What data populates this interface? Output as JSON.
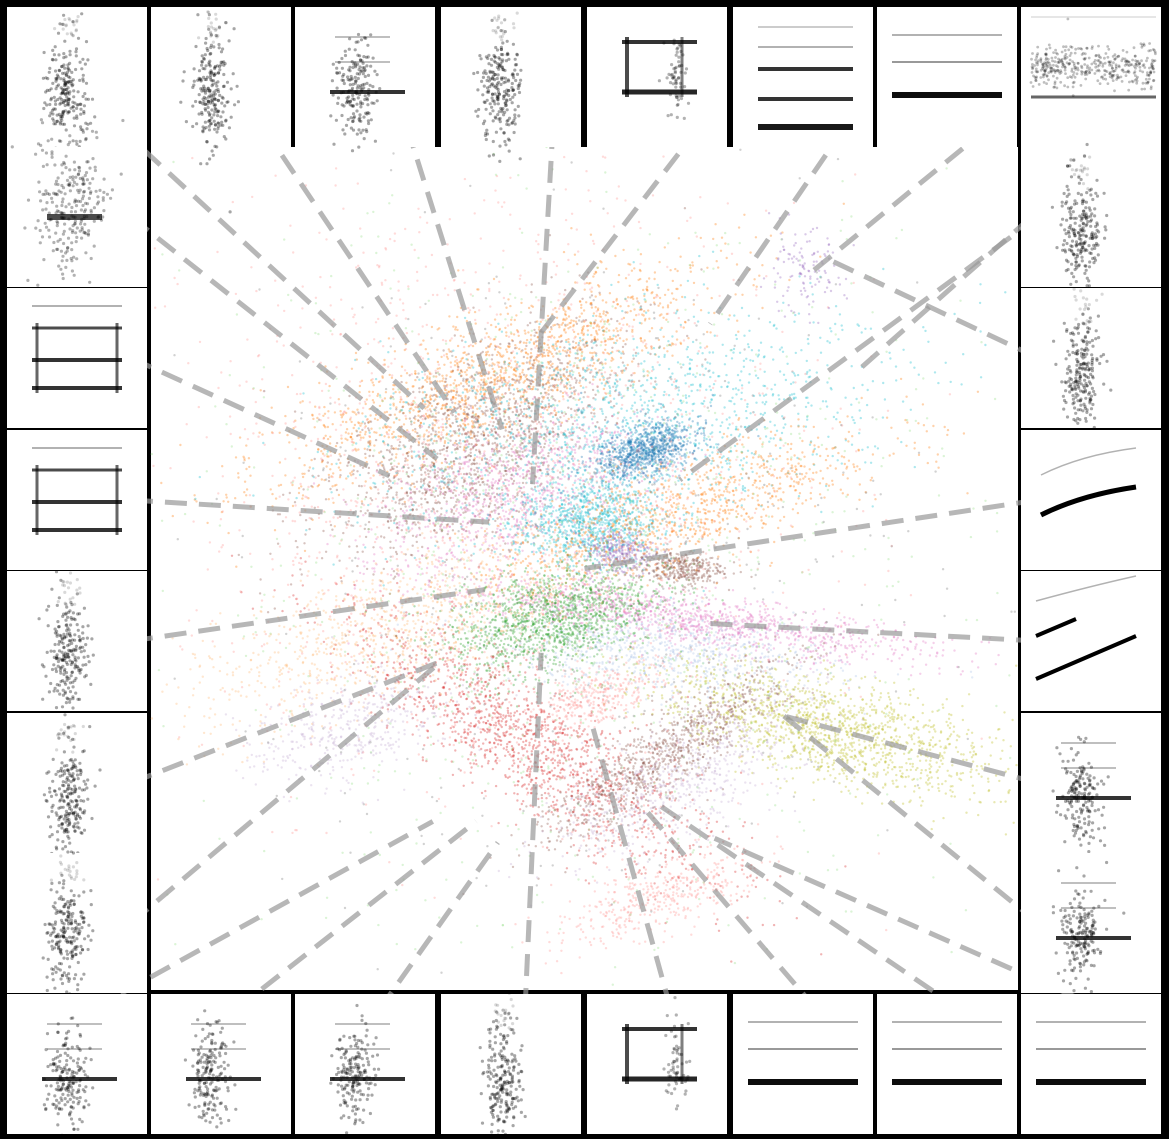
{
  "chart_data": {
    "type": "scatter",
    "description_free": true,
    "grid": false,
    "legend": "none",
    "title": "",
    "xlabel": "",
    "ylabel": "",
    "xlim": [
      -1,
      1
    ],
    "ylim": [
      -1,
      1
    ],
    "clusters": [
      {
        "color": "#ff7f0e",
        "center": [
          -0.22,
          0.45
        ],
        "spread": [
          0.07,
          0.28
        ],
        "angle": -65,
        "count": 1500
      },
      {
        "color": "#8c564b",
        "center": [
          -0.25,
          0.3
        ],
        "spread": [
          0.09,
          0.2
        ],
        "angle": -55,
        "count": 1400
      },
      {
        "color": "#e377c2",
        "center": [
          -0.16,
          0.18
        ],
        "spread": [
          0.08,
          0.16
        ],
        "angle": -70,
        "count": 900
      },
      {
        "color": "#17becf",
        "center": [
          0.1,
          0.35
        ],
        "spread": [
          0.12,
          0.3
        ],
        "angle": -80,
        "count": 1300
      },
      {
        "color": "#1f77b4",
        "center": [
          0.14,
          0.28
        ],
        "spread": [
          0.03,
          0.06
        ],
        "angle": -70,
        "count": 900
      },
      {
        "color": "#17becf",
        "center": [
          0.01,
          0.11
        ],
        "spread": [
          0.08,
          0.05
        ],
        "angle": 0,
        "count": 900
      },
      {
        "color": "#9467bd",
        "center": [
          0.08,
          0.04
        ],
        "spread": [
          0.04,
          0.03
        ],
        "angle": 0,
        "count": 300
      },
      {
        "color": "#8c564b",
        "center": [
          0.22,
          0.0
        ],
        "spread": [
          0.05,
          0.02
        ],
        "angle": 0,
        "count": 350
      },
      {
        "color": "#ff7f0e",
        "center": [
          0.22,
          0.13
        ],
        "spread": [
          0.25,
          0.06
        ],
        "angle": 20,
        "count": 1000
      },
      {
        "color": "#e377c2",
        "center": [
          0.24,
          -0.12
        ],
        "spread": [
          0.28,
          0.03
        ],
        "angle": -8,
        "count": 1200
      },
      {
        "color": "#aec7e8",
        "center": [
          0.18,
          -0.2
        ],
        "spread": [
          0.2,
          0.05
        ],
        "angle": -5,
        "count": 800
      },
      {
        "color": "#bcbd22",
        "center": [
          0.56,
          -0.38
        ],
        "spread": [
          0.2,
          0.06
        ],
        "angle": -15,
        "count": 1400
      },
      {
        "color": "#2ca02c",
        "center": [
          -0.08,
          -0.12
        ],
        "spread": [
          0.12,
          0.06
        ],
        "angle": 15,
        "count": 1300
      },
      {
        "color": "#d62728",
        "center": [
          -0.12,
          -0.42
        ],
        "spread": [
          0.07,
          0.25
        ],
        "angle": 55,
        "count": 1500
      },
      {
        "color": "#8c564b",
        "center": [
          0.19,
          -0.44
        ],
        "spread": [
          0.04,
          0.17
        ],
        "angle": -55,
        "count": 900
      },
      {
        "color": "#c5b0d5",
        "center": [
          0.22,
          -0.5
        ],
        "spread": [
          0.06,
          0.16
        ],
        "angle": -60,
        "count": 600
      },
      {
        "color": "#ff9896",
        "center": [
          0.17,
          -0.78
        ],
        "spread": [
          0.04,
          0.12
        ],
        "angle": -70,
        "count": 400
      },
      {
        "color": "#ff9896",
        "center": [
          0.04,
          -0.3
        ],
        "spread": [
          0.03,
          0.07
        ],
        "angle": -70,
        "count": 300
      },
      {
        "color": "#ffbb78",
        "center": [
          -0.45,
          -0.15
        ],
        "spread": [
          0.25,
          0.08
        ],
        "angle": 20,
        "count": 900
      },
      {
        "color": "#c5b0d5",
        "center": [
          -0.55,
          -0.38
        ],
        "spread": [
          0.12,
          0.06
        ],
        "angle": 20,
        "count": 400
      },
      {
        "color": "#ff9896",
        "center": [
          -0.2,
          0.2
        ],
        "spread": [
          0.35,
          0.35
        ],
        "angle": 0,
        "count": 1500
      },
      {
        "color": "#9467bd",
        "center": [
          0.5,
          0.7
        ],
        "spread": [
          0.05,
          0.05
        ],
        "angle": 0,
        "count": 120
      },
      {
        "color": "#98df8a",
        "center": [
          0.0,
          0.0
        ],
        "spread": [
          0.45,
          0.45
        ],
        "angle": 0,
        "count": 900
      },
      {
        "color": "#7f7f7f",
        "center": [
          0.0,
          0.0
        ],
        "spread": [
          0.4,
          0.4
        ],
        "angle": 0,
        "count": 500
      }
    ],
    "connector_lines": [
      {
        "tile": "top-0",
        "anchor": [
          -0.37,
          0.38
        ]
      },
      {
        "tile": "top-1",
        "anchor": [
          -0.3,
          0.37
        ]
      },
      {
        "tile": "top-2",
        "anchor": [
          -0.19,
          0.33
        ]
      },
      {
        "tile": "top-3",
        "anchor": [
          -0.12,
          0.2
        ]
      },
      {
        "tile": "top-4",
        "anchor": [
          -0.1,
          0.56
        ]
      },
      {
        "tile": "top-5",
        "anchor": [
          0.29,
          0.58
        ]
      },
      {
        "tile": "top-6",
        "anchor": [
          0.52,
          0.7
        ]
      },
      {
        "tile": "top-7",
        "anchor": [
          0.62,
          0.46
        ]
      },
      {
        "tile": "right-0",
        "anchor": [
          0.22,
          0.21
        ]
      },
      {
        "tile": "right-1",
        "anchor": [
          0.57,
          0.73
        ]
      },
      {
        "tile": "right-2",
        "anchor": [
          0.0,
          0.0
        ]
      },
      {
        "tile": "right-3",
        "anchor": [
          0.28,
          -0.13
        ]
      },
      {
        "tile": "right-4",
        "anchor": [
          0.46,
          -0.35
        ]
      },
      {
        "tile": "right-5",
        "anchor": [
          0.46,
          -0.35
        ]
      },
      {
        "tile": "left-0",
        "anchor": [
          -0.34,
          0.26
        ]
      },
      {
        "tile": "left-1",
        "anchor": [
          -0.45,
          0.22
        ]
      },
      {
        "tile": "left-2",
        "anchor": [
          -0.22,
          0.11
        ]
      },
      {
        "tile": "left-3",
        "anchor": [
          -0.23,
          -0.05
        ]
      },
      {
        "tile": "left-4",
        "anchor": [
          -0.33,
          -0.22
        ]
      },
      {
        "tile": "left-5",
        "anchor": [
          -0.33,
          -0.22
        ]
      },
      {
        "tile": "bottom-0",
        "anchor": [
          -0.35,
          -0.6
        ]
      },
      {
        "tile": "bottom-1",
        "anchor": [
          -0.25,
          -0.6
        ]
      },
      {
        "tile": "bottom-2",
        "anchor": [
          -0.2,
          -0.65
        ]
      },
      {
        "tile": "bottom-3",
        "anchor": [
          -0.1,
          -0.2
        ]
      },
      {
        "tile": "bottom-4",
        "anchor": [
          0.02,
          -0.38
        ]
      },
      {
        "tile": "bottom-5",
        "anchor": [
          0.13,
          -0.56
        ]
      },
      {
        "tile": "bottom-6",
        "anchor": [
          0.17,
          -0.56
        ]
      },
      {
        "tile": "bottom-7",
        "anchor": [
          0.3,
          -0.64
        ]
      }
    ],
    "thumbnail_styles": [
      "blob",
      "blob",
      "blob-lines",
      "blob",
      "lines-block",
      "stripes",
      "stripes-clean",
      "band",
      "grid-dense",
      "box-lines",
      "box-lines",
      "blob",
      "blob",
      "blob",
      "blob",
      "blob",
      "curve",
      "curve-double",
      "blob-lines",
      "blob-lines",
      "blob-lines",
      "blob-lines",
      "blob-lines",
      "blob",
      "lines-block",
      "stripes-clean",
      "stripes-clean",
      "stripes-clean"
    ]
  }
}
